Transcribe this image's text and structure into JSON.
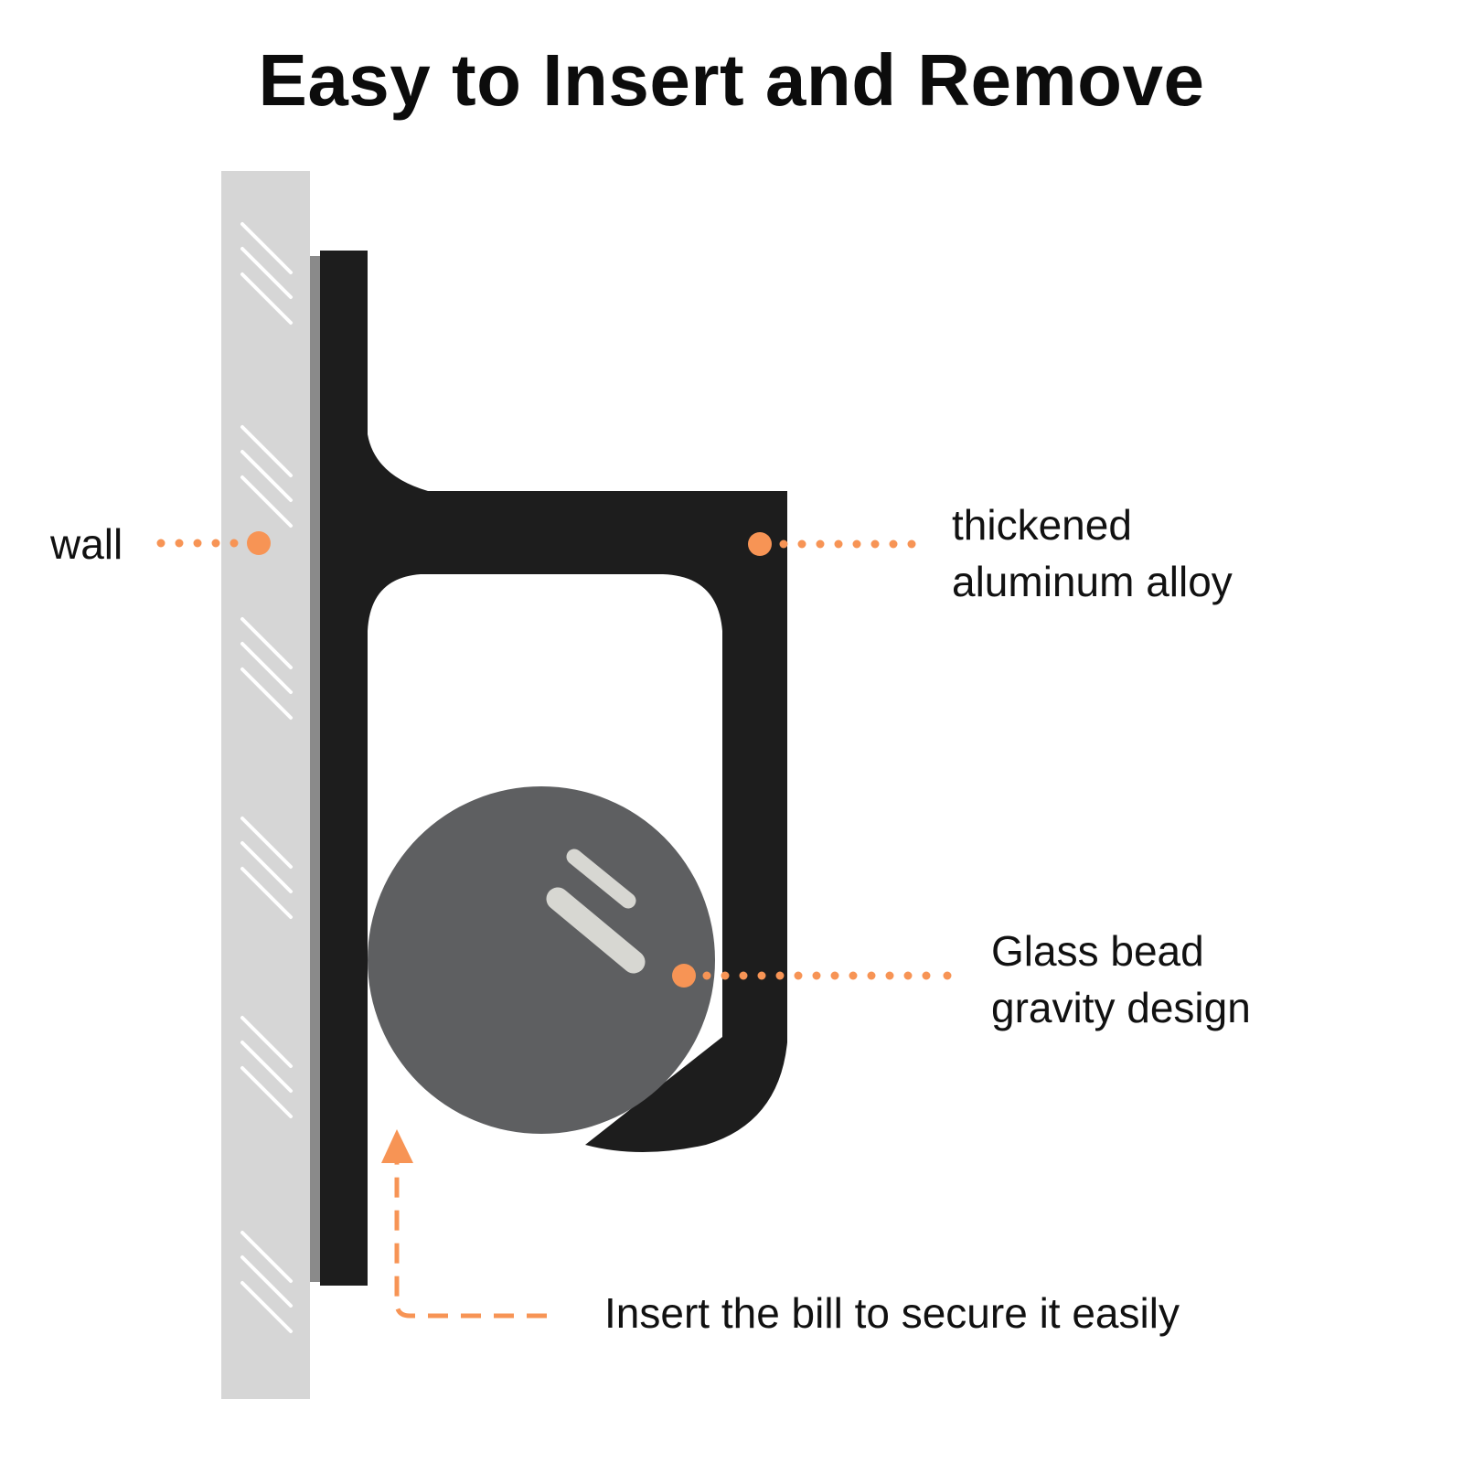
{
  "title": "Easy to Insert and Remove",
  "labels": {
    "wall": "wall",
    "alloy_line1": "thickened",
    "alloy_line2": "aluminum alloy",
    "bead_line1": "Glass bead",
    "bead_line2": "gravity design",
    "insert": "Insert the bill to secure it easily"
  },
  "colors": {
    "accent": "#f79455",
    "bracket": "#1d1d1d",
    "bead": "#5e5f61",
    "wall": "#d6d6d6",
    "wall_edge": "#8a8a8a"
  }
}
